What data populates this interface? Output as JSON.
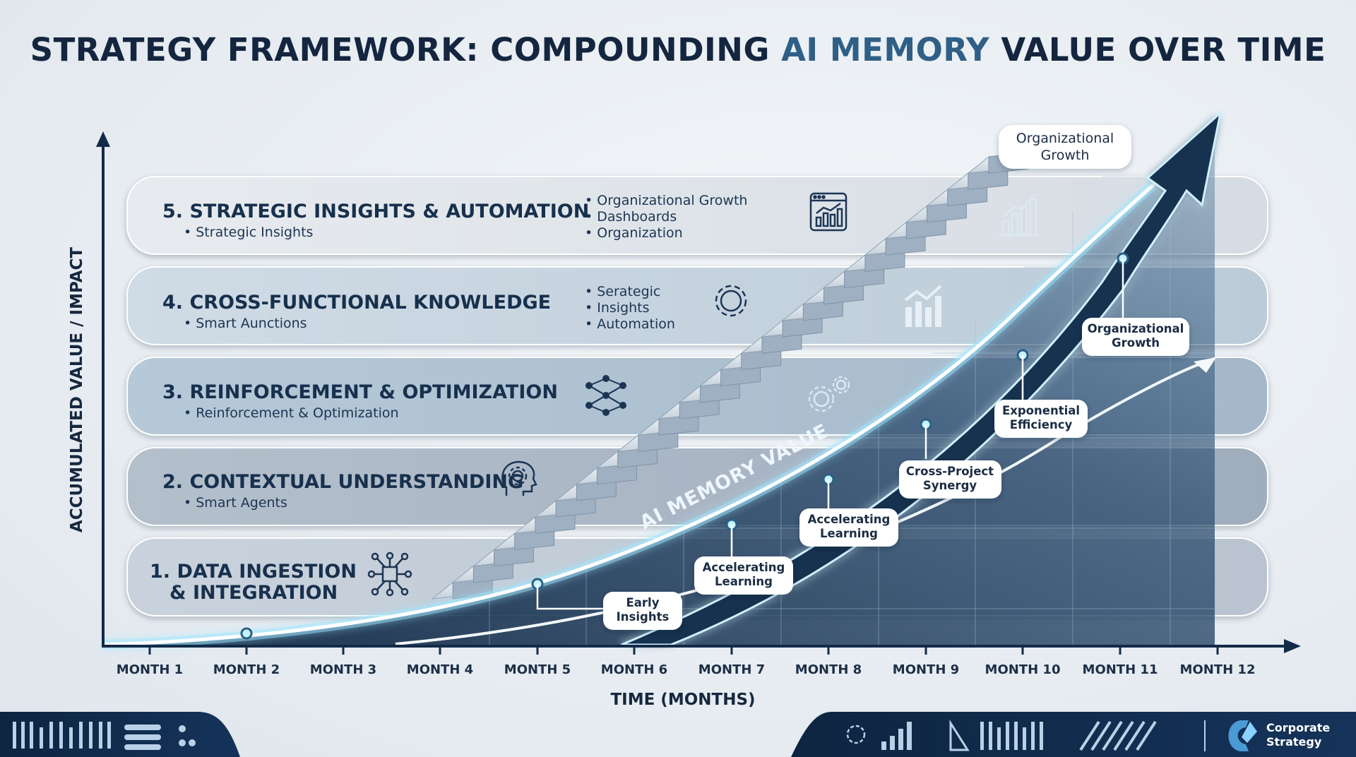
{
  "title": {
    "prefix": "STRATEGY FRAMEWORK: COMPOUNDING ",
    "accent": "AI MEMORY",
    "suffix": " VALUE OVER TIME"
  },
  "axes": {
    "y_title": "ACCUMULATED VALUE / IMPACT",
    "x_title": "TIME (MONTHS)",
    "months": [
      "MONTH 1",
      "MONTH 2",
      "MONTH 3",
      "MONTH 4",
      "MONTH 5",
      "MONTH 6",
      "MONTH 7",
      "MONTH 8",
      "MONTH 9",
      "MONTH 10",
      "MONTH 11",
      "MONTH 12"
    ]
  },
  "tiers": [
    {
      "title": "5. STRATEGIC INSIGHTS & AUTOMATION",
      "sub": "• Strategic Insights",
      "bullets": [
        "• Organizational Growth",
        "• Dashboards",
        "• Organization"
      ],
      "icon": "dashboard-chart-icon"
    },
    {
      "title": "4. CROSS-FUNCTIONAL KNOWLEDGE",
      "sub": "• Smart Aunctions",
      "bullets": [
        "• Serategic",
        "• Insights",
        "• Automation"
      ],
      "icon": "gear-icon"
    },
    {
      "title": "3. REINFORCEMENT & OPTIMIZATION",
      "sub": "• Reinforcement & Optimization",
      "bullets": [],
      "icon": "neural-network-icon"
    },
    {
      "title": "2. CONTEXTUAL UNDERSTANDING",
      "sub": "• Smart Agents",
      "bullets": [],
      "icon": "head-gear-icon"
    },
    {
      "title_lines": [
        "1. DATA INGESTION",
        "& INTEGRATION"
      ],
      "icon": "integration-hub-icon"
    }
  ],
  "arrow_label": "AI MEMORY VALUE",
  "milestones": [
    [
      "Early",
      "Insights"
    ],
    [
      "Accelerating",
      "Learning"
    ],
    [
      "Accelerating",
      "Learning"
    ],
    [
      "Cross-Project",
      "Synergy"
    ],
    [
      "Exponential",
      "Efficiency"
    ],
    [
      "Organizational",
      "Growth"
    ]
  ],
  "top_callout": [
    "Organizational",
    "Growth"
  ],
  "footer": {
    "brand_lines": [
      "Corporate",
      "Strategy"
    ]
  },
  "colors": {
    "navy": "#132b49",
    "glow": "#9fe6ff",
    "accent": "#2f5f86"
  }
}
